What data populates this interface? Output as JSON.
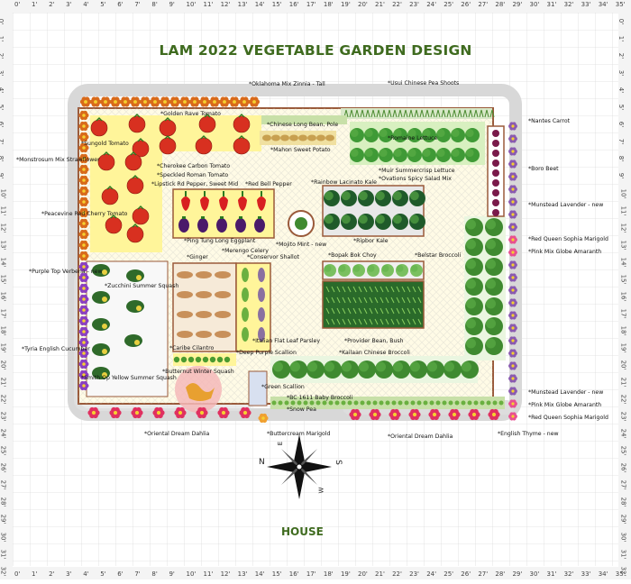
{
  "title": "LAM 2022 VEGETABLE GARDEN DESIGN",
  "house_label": "HOUSE",
  "compass": {
    "n": "N",
    "s": "S",
    "e": "E",
    "w": "W"
  },
  "ruler": {
    "feet": [
      "0'",
      "1'",
      "2'",
      "3'",
      "4'",
      "5'",
      "6'",
      "7'",
      "8'",
      "9'",
      "10'",
      "11'",
      "12'",
      "13'",
      "14'",
      "15'",
      "16'",
      "17'",
      "18'",
      "19'",
      "20'",
      "21'",
      "22'",
      "23'",
      "24'",
      "25'",
      "26'",
      "27'",
      "28'",
      "29'",
      "30'",
      "31'",
      "32'",
      "33'",
      "34'",
      "35'"
    ],
    "rows": [
      "0'",
      "1'",
      "2'",
      "3'",
      "4'",
      "5'",
      "6'",
      "7'",
      "8'",
      "9'",
      "10'",
      "11'",
      "12'",
      "13'",
      "14'",
      "15'",
      "16'",
      "17'",
      "18'",
      "19'",
      "20'",
      "21'",
      "22'",
      "23'",
      "24'",
      "25'",
      "26'",
      "27'",
      "28'",
      "29'",
      "30'",
      "31'",
      "32'"
    ]
  },
  "plants": {
    "oklahoma_zinnia": "*Oklahoma Mix Zinnia - Tall",
    "usui_pea": "*Usui Chinese Pea Shoots",
    "golden_rave": "*Golden Rave Tomato",
    "nantes_carrot": "*Nantes Carrot",
    "chinese_long_bean": "*Chinese Long Bean, Pole",
    "sungold": "*Sungold Tomato",
    "mahon_potato": "*Mahon Sweet Potato",
    "romaine": "*Romaine Lettuce",
    "strawberry": "*Monstrosum Mix Strawflower",
    "muir": "*Muir Summercrisp Lettuce",
    "boro_beet": "*Boro Beet",
    "cherokee": "*Cherokee Carbon Tomato",
    "ovations": "*Ovations Spicy Salad Mix",
    "speckled_roman": "*Speckled Roman Tomato",
    "lipstick": "*Lipstick Rd Pepper, Sweet Mid",
    "red_bell": "*Red Bell Pepper",
    "rainbow_kale": "*Rainbow Lacinato Kale",
    "munstead1": "*Munstead Lavender - new",
    "peacevine": "*Peacevine Red Cherry Tomato",
    "ping_tung": "*Ping Tung Long Eggplant",
    "mojito": "*Mojito Mint - new",
    "ripbor": "*Ripbor Kale",
    "sophia1": "*Red Queen Sophia Marigold",
    "merengo": "*Merengo Celery",
    "amaranth1": "*Pink Mix Globe Amaranth",
    "ginger": "*Ginger",
    "conservor": "*Conservor Shallot",
    "bopak": "*Bopak Bok Choy",
    "belstar": "*Belstar Broccoli",
    "verbena": "*Purple Top Verbena - new",
    "zucchini": "*Zucchini Summer Squash",
    "parsley": "*Italian Flat Leaf Parsley",
    "provider": "*Provider Bean, Bush",
    "cucumber": "*Tyria English Cucumber",
    "caribe": "*Caribe Cilantro",
    "deep_scallion": "*Deep Purple Scallion",
    "kailaan": "*Kailaan Chinese Broccoli",
    "smith_squash": "*Smith Op Yellow Summer Squash",
    "butternut": "*Butternut Winter Squash",
    "green_scallion": "*Green Scallion",
    "munstead2": "*Munstead Lavender - new",
    "amaranth2": "*Pink Mix Globe Amaranth",
    "bc1611": "*BC 1611 Baby Broccoli",
    "snow_pea": "*Snow Pea",
    "sophia2": "*Red Queen Sophia Marigold",
    "dahlia1": "*Oriental Dream Dahlia",
    "buttercream": "*Buttercream Marigold",
    "dahlia2": "*Oriental Dream Dahlia",
    "thyme": "*English Thyme - new"
  },
  "colors": {
    "tomato": "#d83020",
    "yellow_bed": "#fff59a",
    "bed_border": "#9a5a3a",
    "kale": "#1f5a2a",
    "lettuce": "#3f9a36",
    "broccoli": "#3f8a30",
    "zinnia": "#d86a1a",
    "lavender": "#8a5ab0",
    "dahlia": "#e03060",
    "squash_pink": "#f5b8b8",
    "title_green": "#3f6b1f"
  }
}
